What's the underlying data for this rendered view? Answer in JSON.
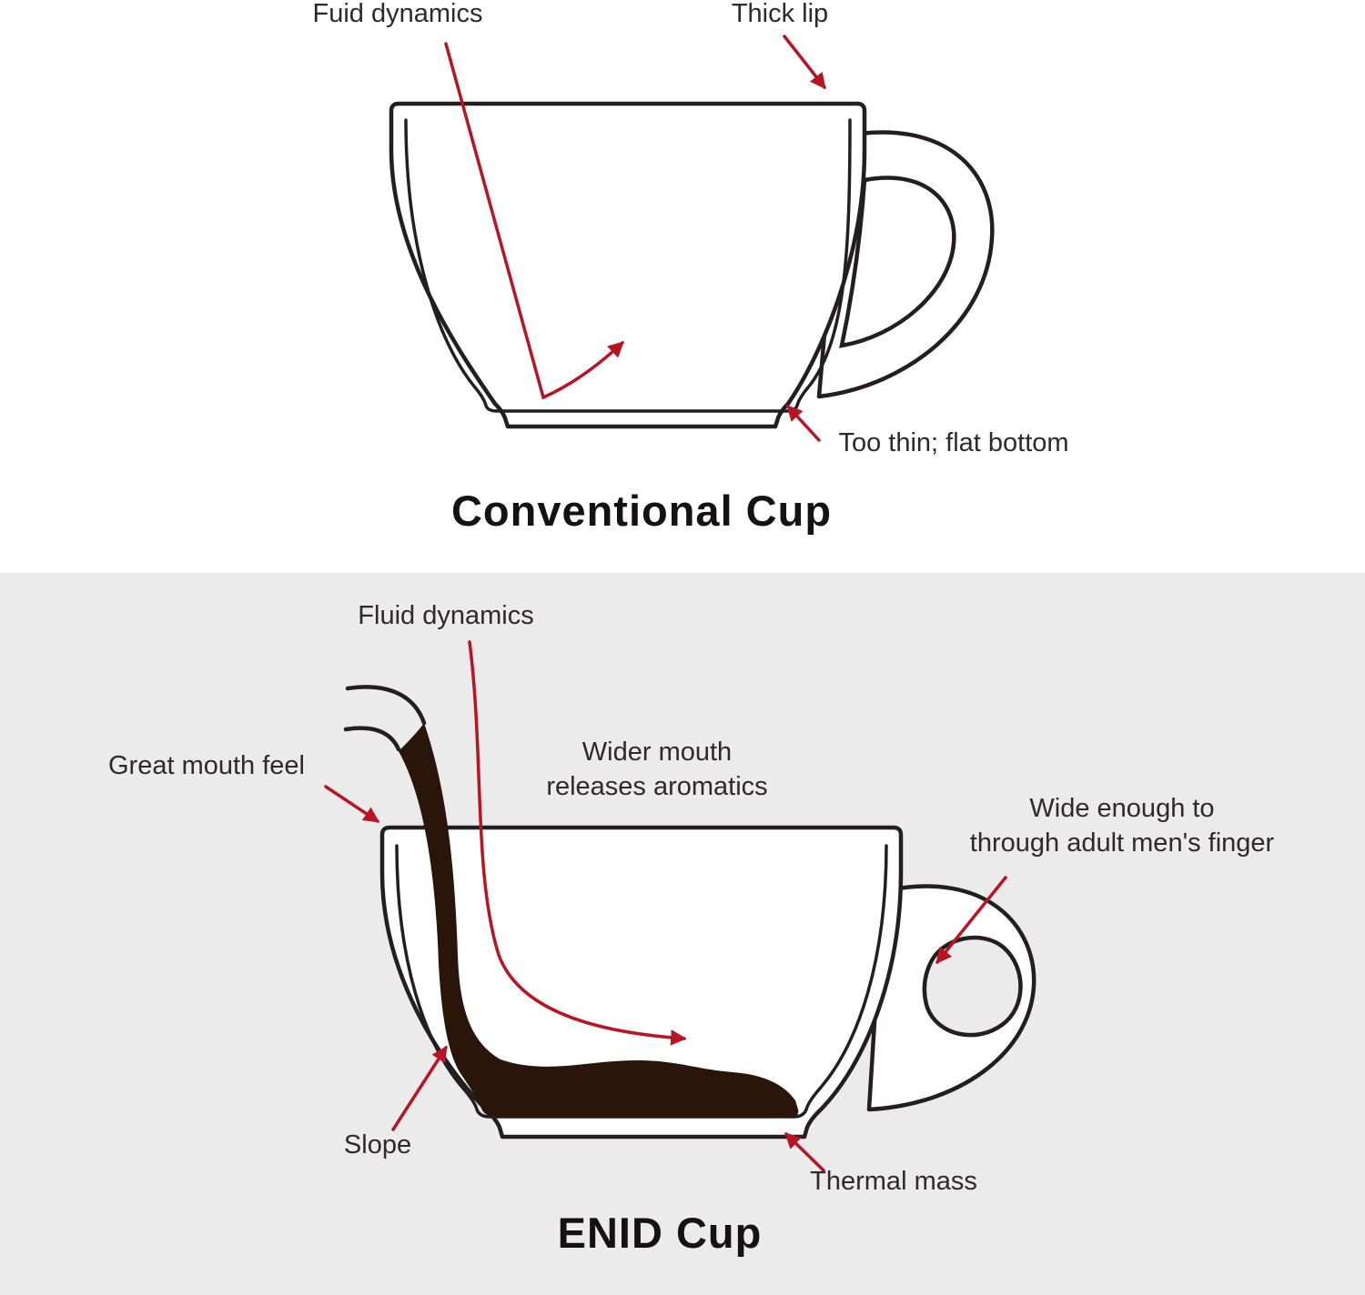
{
  "colors": {
    "accent_red": "#b81424",
    "line": "#231f20",
    "panel_top_bg": "#ffffff",
    "panel_bottom_bg": "#ebebeb",
    "coffee": "#2a150b"
  },
  "top_panel": {
    "labels": {
      "fluid_dynamics": "Fuid dynamics",
      "thick_lip": "Thick lip",
      "too_thin": "Too thin; flat bottom"
    },
    "title": "Conventional Cup"
  },
  "bottom_panel": {
    "labels": {
      "fluid_dynamics": "Fluid dynamics",
      "great_mouth_feel": "Great mouth feel",
      "wider_mouth_line1": "Wider mouth",
      "wider_mouth_line2": "releases aromatics",
      "wide_enough_line1": "Wide enough to",
      "wide_enough_line2": "through adult men's finger",
      "slope": "Slope",
      "thermal_mass": "Thermal mass"
    },
    "title": "ENID Cup"
  }
}
